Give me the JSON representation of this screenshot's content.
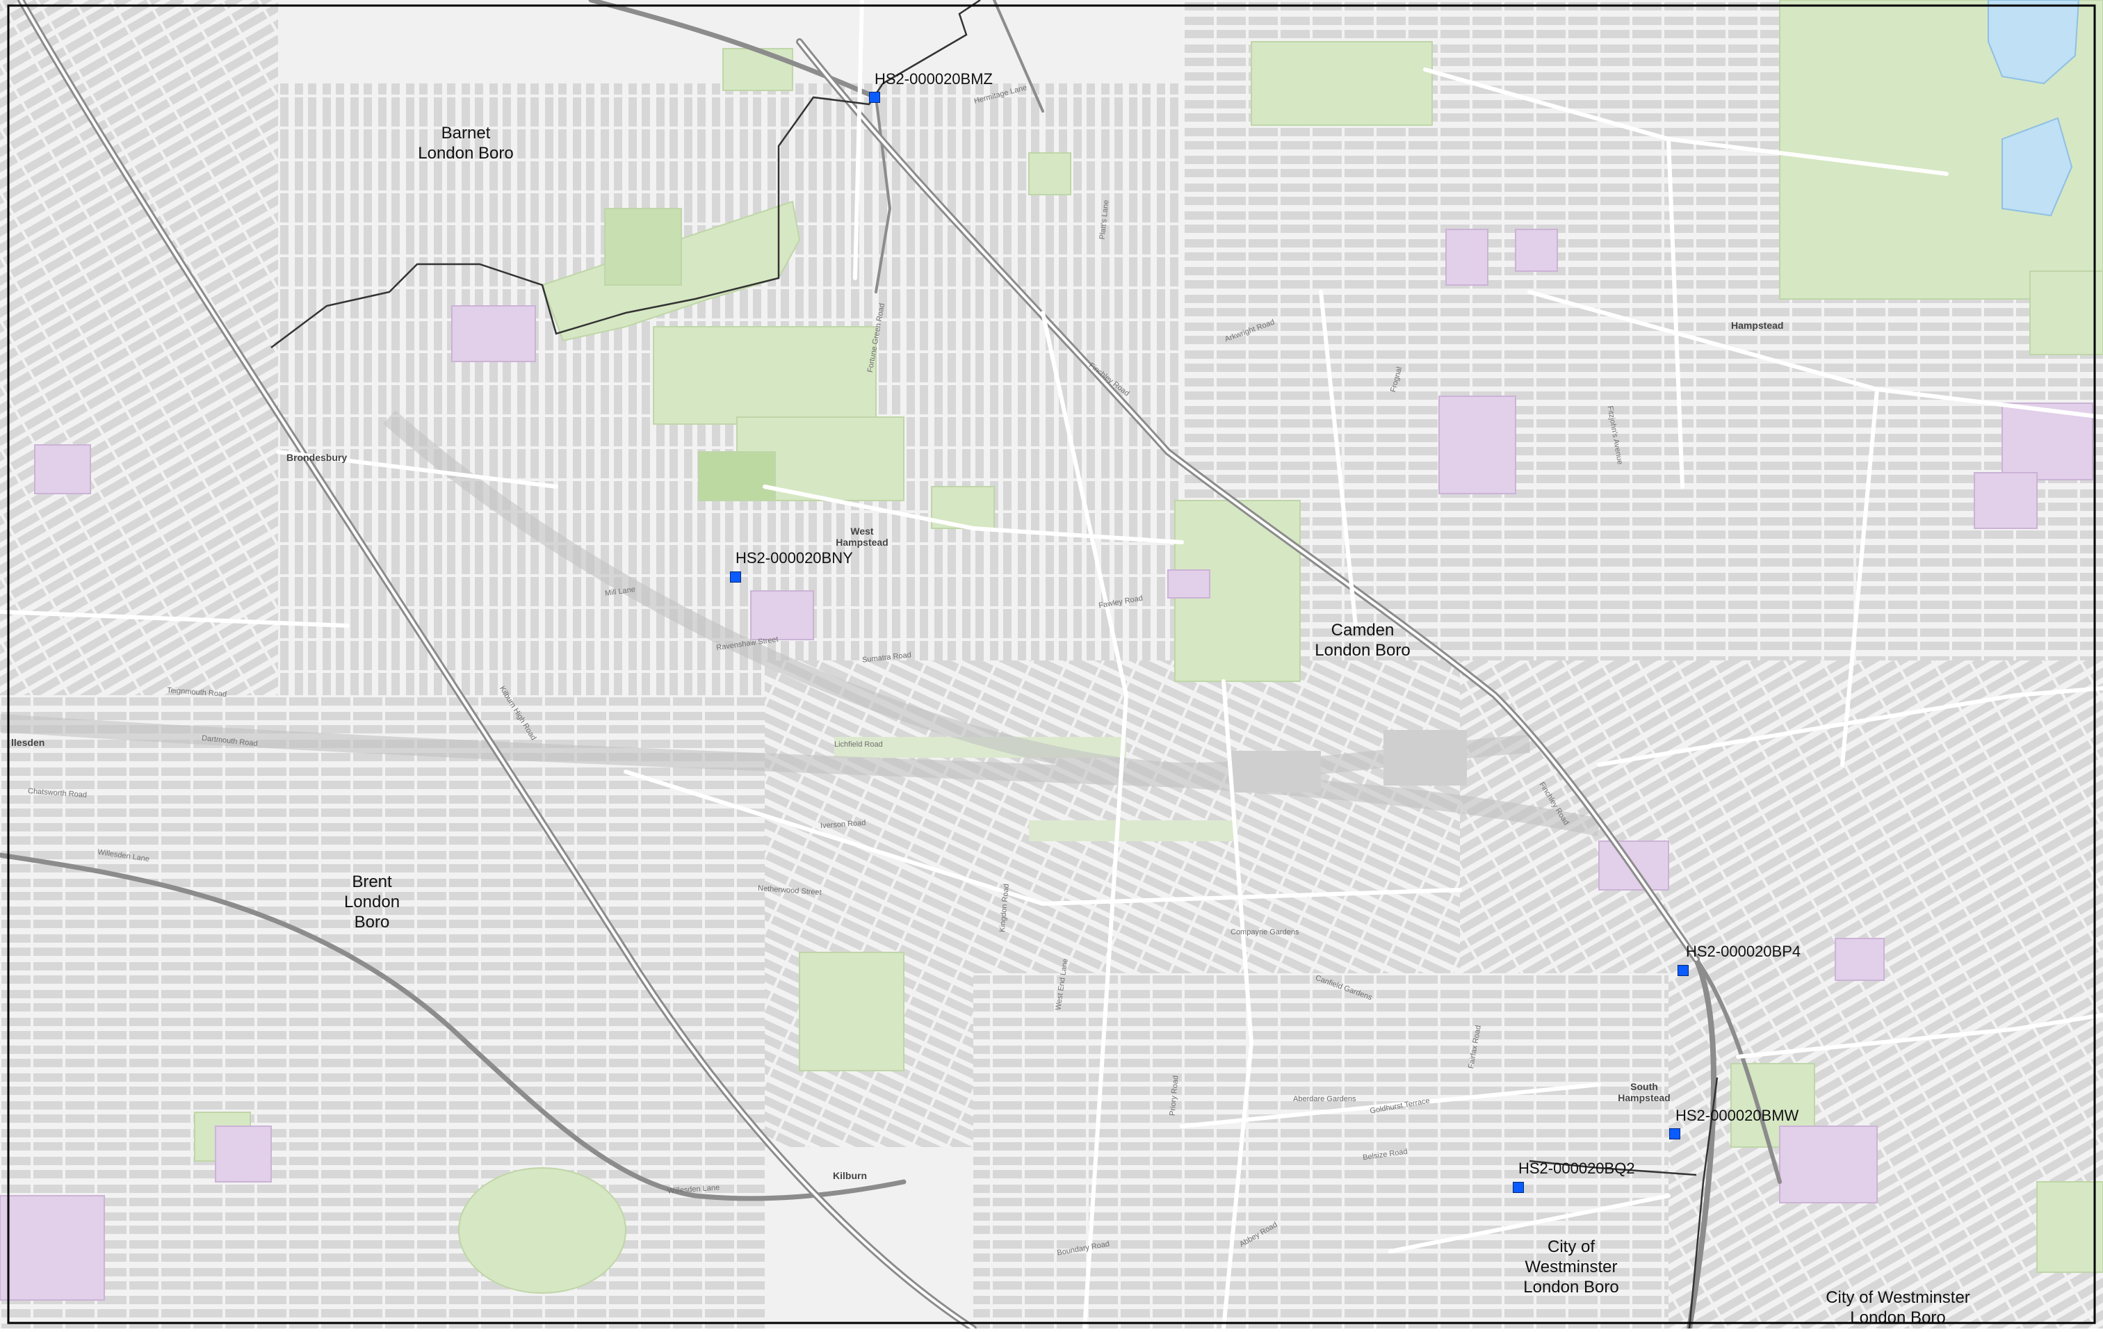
{
  "map": {
    "colors": {
      "background": "#f1f1f1",
      "street": "#ffffff",
      "block": "#d6d6d6",
      "major_road": "#8c8c8c",
      "park": "#d6e7c3",
      "institution": "#e2cfe9",
      "water": "#bfe0f5",
      "boundary": "#333333",
      "marker": "#0a5cff"
    },
    "boroughs": [
      {
        "id": "barnet",
        "lines": [
          "Barnet",
          "London Boro"
        ]
      },
      {
        "id": "brent",
        "lines": [
          "Brent",
          "London",
          "Boro"
        ]
      },
      {
        "id": "camden",
        "lines": [
          "Camden",
          "London Boro"
        ]
      },
      {
        "id": "westminster-1",
        "lines": [
          "City of",
          "Westminster",
          "London Boro"
        ]
      },
      {
        "id": "westminster-2",
        "lines": [
          "City of Westminster",
          "London Boro"
        ]
      }
    ],
    "sites": [
      {
        "id": "bmz",
        "label": "HS2-000020BMZ"
      },
      {
        "id": "bny",
        "label": "HS2-000020BNY"
      },
      {
        "id": "bp4",
        "label": "HS2-000020BP4"
      },
      {
        "id": "bmw",
        "label": "HS2-000020BMW"
      },
      {
        "id": "bq2",
        "label": "HS2-000020BQ2"
      }
    ],
    "places": [
      "Brondesbury",
      "West Hampstead",
      "Hampstead",
      "Kilburn",
      "South Hampstead",
      "llesden"
    ],
    "streets": [
      "Finchley Road",
      "Willesden Lane",
      "Kilburn High Road",
      "Fortune Green Road",
      "West End Lane",
      "Mill Lane",
      "Fawley Road",
      "Lichfield Road",
      "Belsize Road",
      "Boundary Road",
      "Abbey Road",
      "Fitzjohn's Avenue",
      "Arkwright Road",
      "Frognal",
      "Compayne Gardens",
      "Aberdare Gardens",
      "Goldhurst Terrace",
      "Canfield Gardens",
      "Fairfax Road",
      "Chatsworth Road",
      "Teignmouth Road",
      "Dartmouth Road",
      "Kingdon Road",
      "Sumatra Road",
      "Ravenshaw Street",
      "Iverson Road",
      "Netherwood Street",
      "Priory Road",
      "Platt's Lane",
      "Hermitage Lane"
    ]
  }
}
